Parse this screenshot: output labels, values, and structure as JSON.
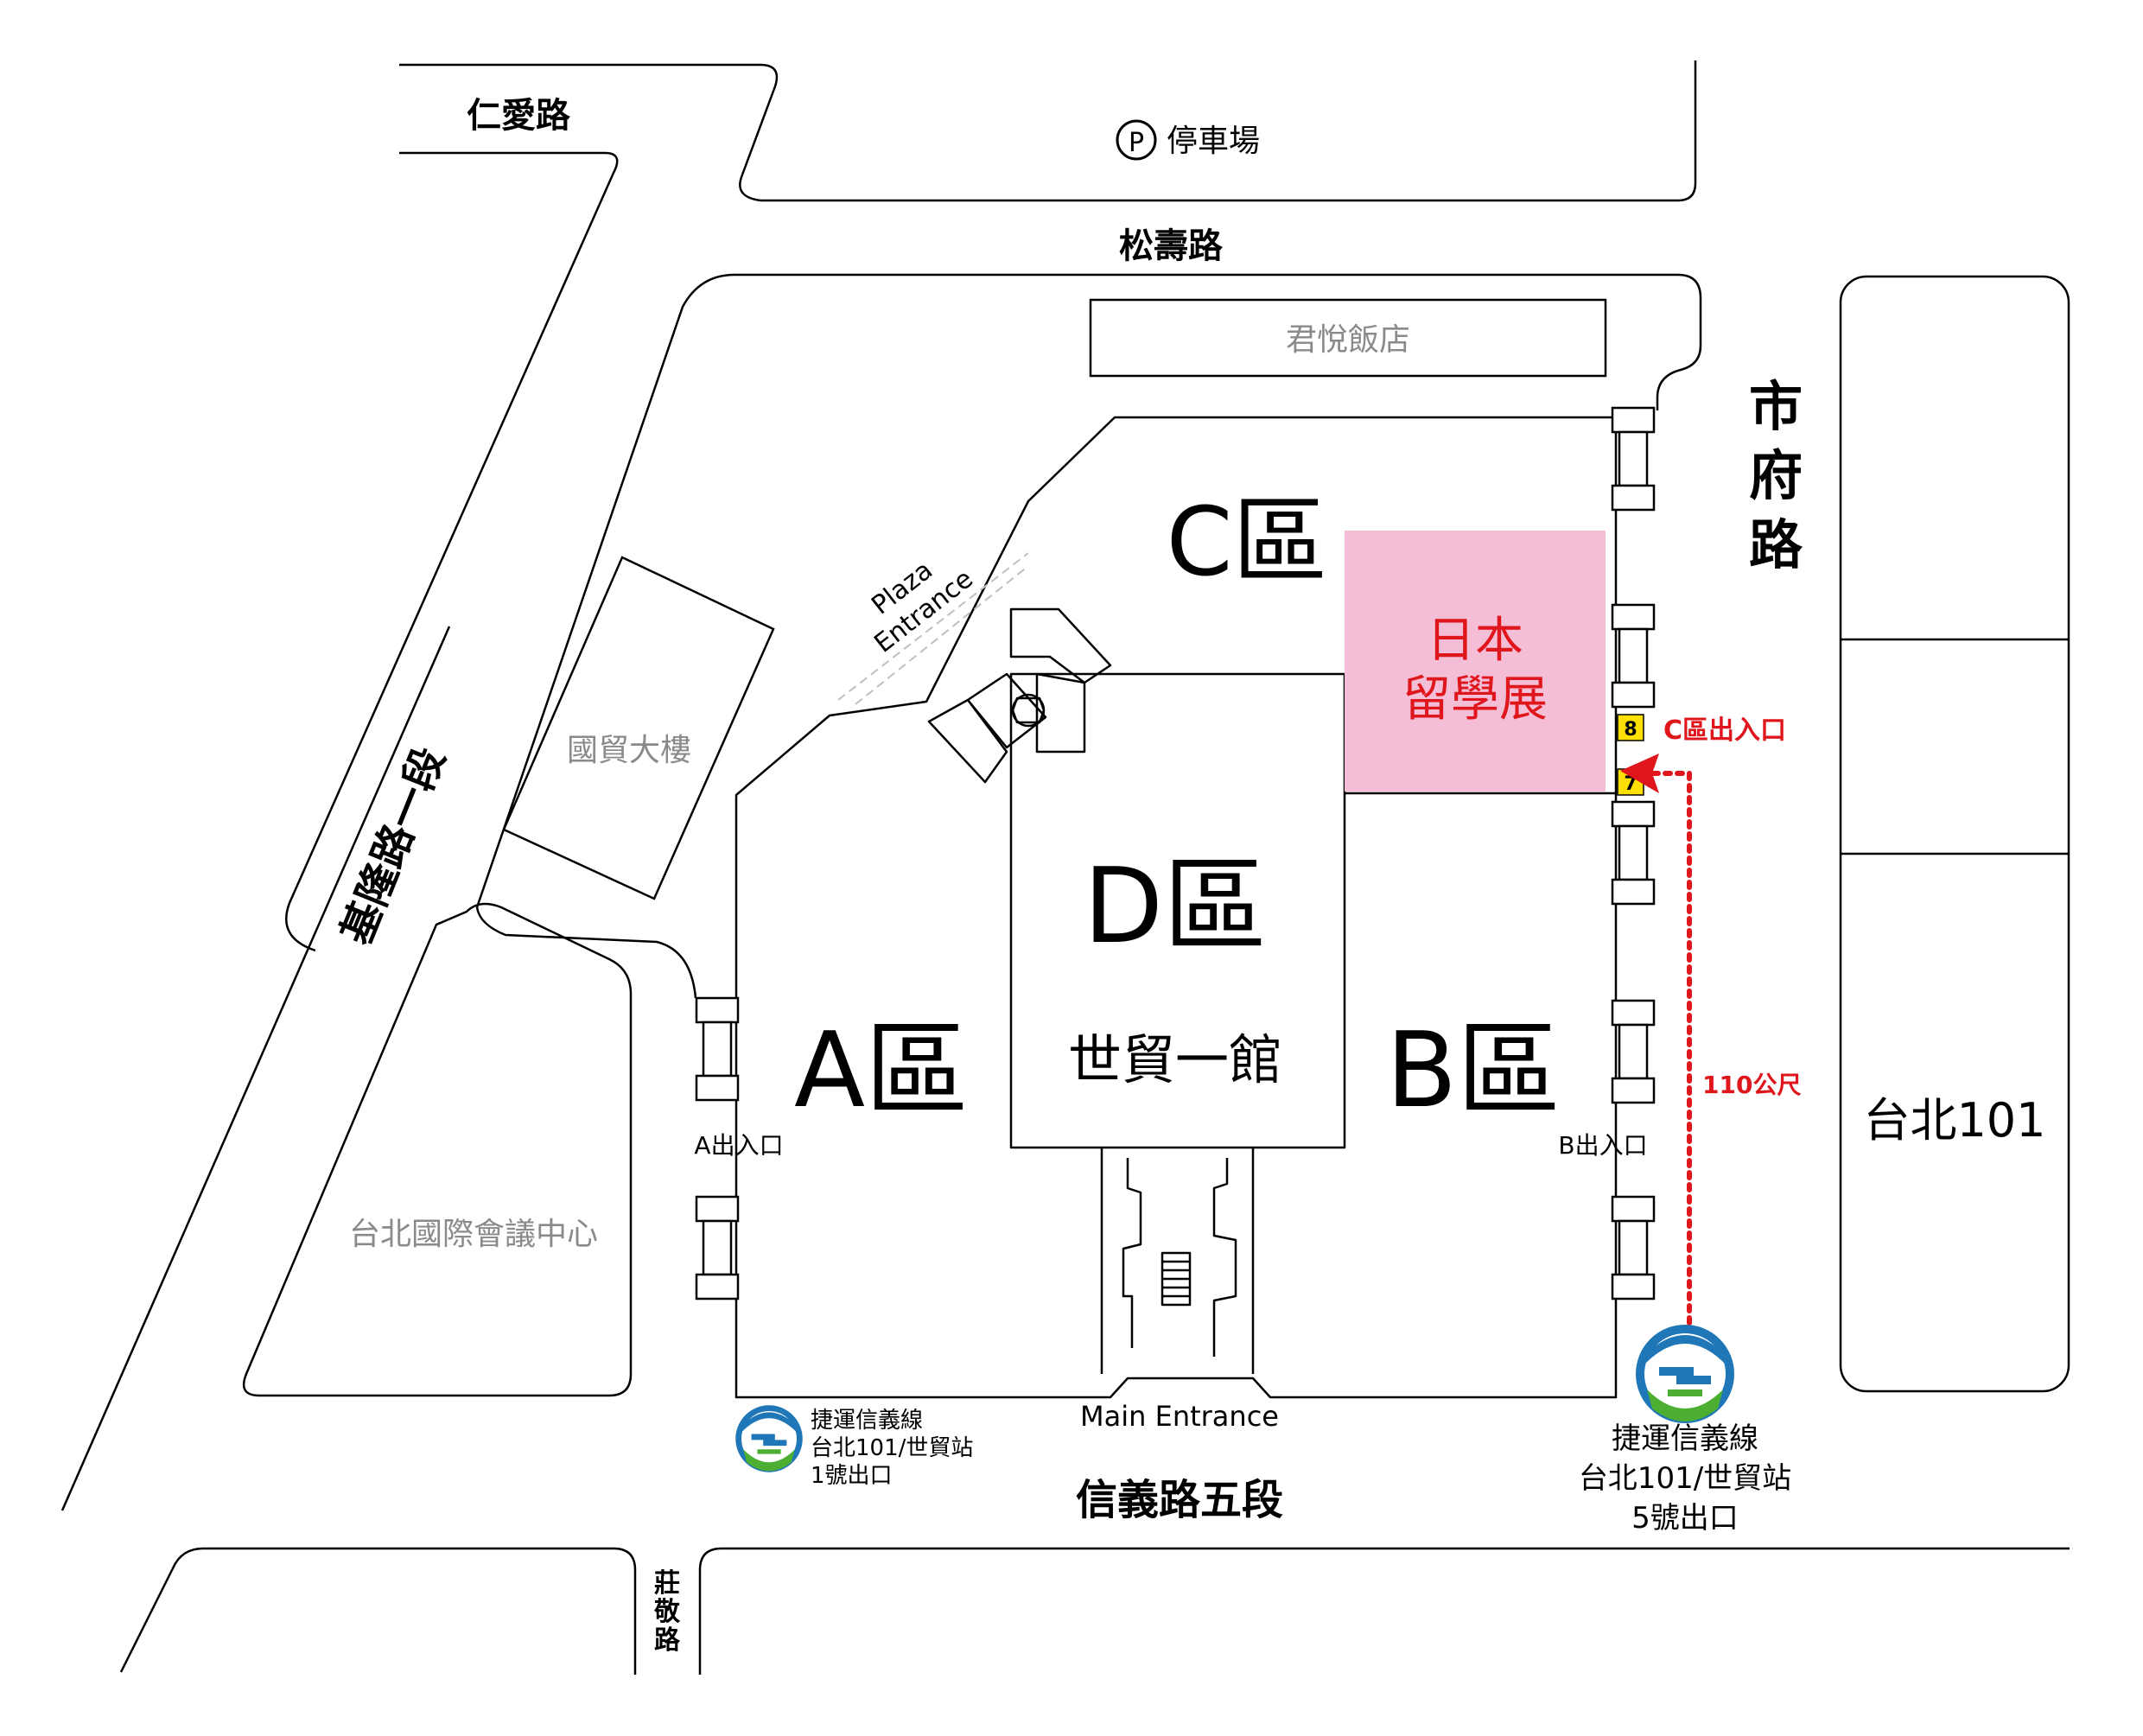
{
  "roads": {
    "renai": "仁愛路",
    "songshou": "松壽路",
    "keelung": "基隆路一段",
    "shifu": [
      "市",
      "府",
      "路"
    ],
    "xinyi": "信義路五段",
    "zhuangjing": [
      "莊",
      "敬",
      "路"
    ]
  },
  "landmarks": {
    "parking_icon": "P",
    "parking": "停車場",
    "grand_hyatt": "君悅飯店",
    "trade_building": "國貿大樓",
    "ticc": "台北國際會議中心",
    "taipei101": "台北101"
  },
  "halls": {
    "a": "A區",
    "b": "B區",
    "c": "C區",
    "d": "D區",
    "d_name": "世貿一館"
  },
  "exhibition": {
    "line1": "日本",
    "line2": "留學展",
    "color": "#f4bed6"
  },
  "entrances": {
    "a_exit": "A出入口",
    "b_exit": "B出入口",
    "c_exit": "C區出入口",
    "plaza_line1": "Plaza",
    "plaza_line2": "Entrance",
    "main": "Main Entrance",
    "gate_8": "8",
    "gate_7": "7"
  },
  "route": {
    "distance": "110公尺",
    "color": "#e0161d"
  },
  "mrt": {
    "exit5": [
      "捷運信義線",
      "台北101/世貿站",
      "5號出口"
    ],
    "exit1": [
      "捷運信義線",
      "台北101/世貿站",
      "1號出口"
    ]
  }
}
